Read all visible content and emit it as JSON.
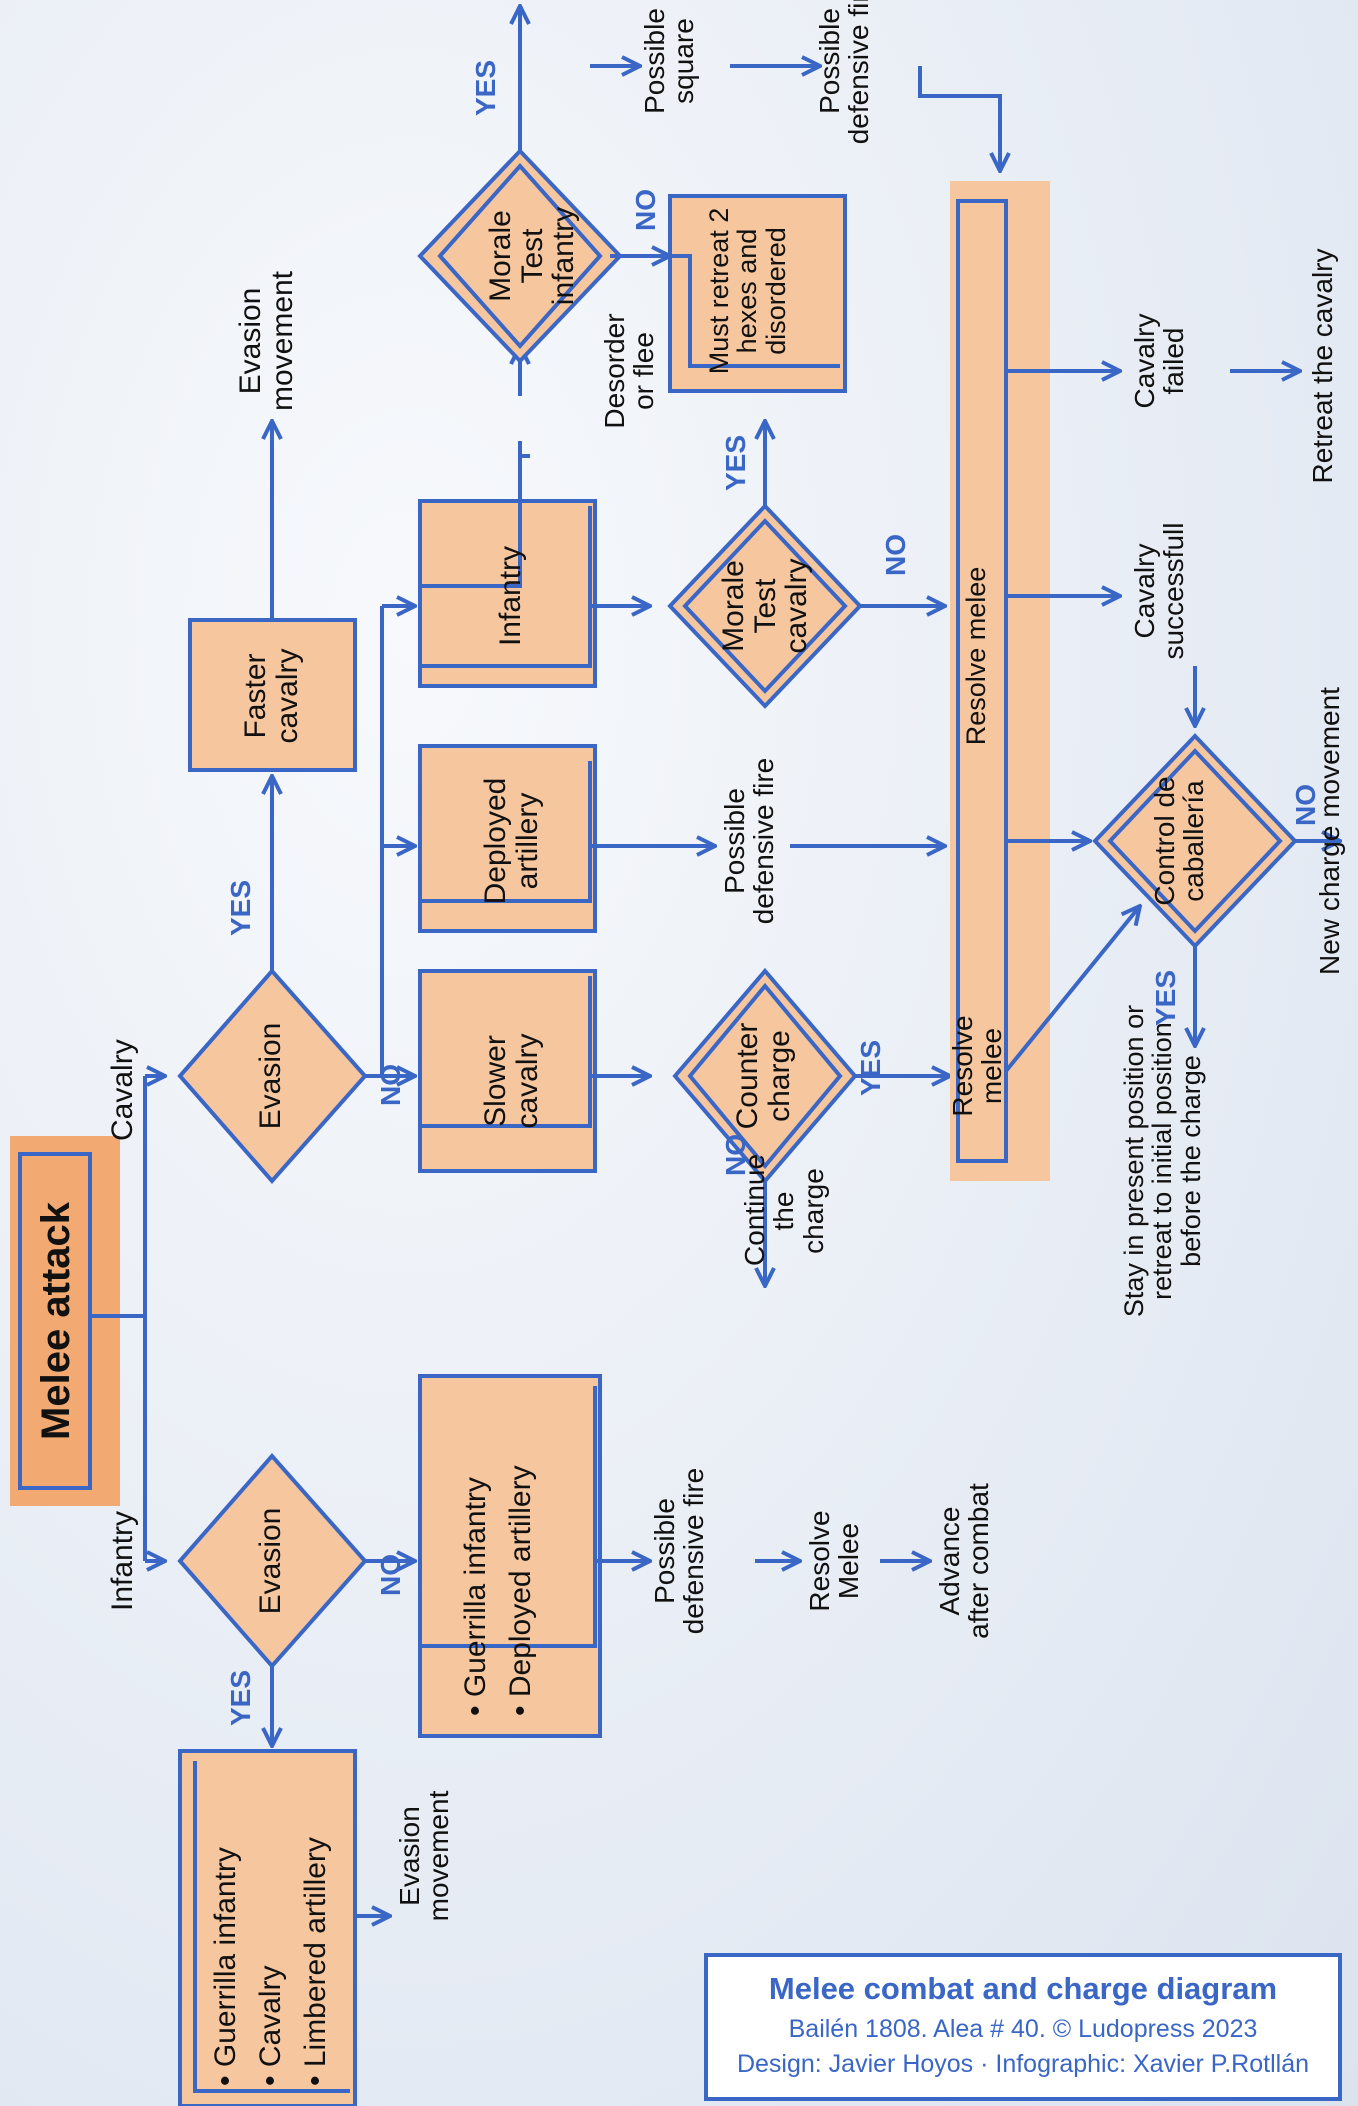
{
  "title": "Melee attack",
  "branches": {
    "cavalry": "Cavalry",
    "infantry": "Infantry"
  },
  "evasion": "Evasion",
  "yes": "YES",
  "no": "NO",
  "faster_cavalry": "Faster cavalry",
  "evasion_movement": "Evasion movement",
  "infantry": "Infantry",
  "deployed_artillery": "Deployed artillery",
  "slower_cavalry": "Slower cavalry",
  "morale_test_infantry": "Morale Test infantry",
  "morale_test_cavalry": "Morale Test cavalry",
  "counter_charge": "Counter charge",
  "possible_square": "Possible square",
  "possible_defensive_fire": "Possible defensive fire",
  "desorder_or_flee": "Desorder or flee",
  "must_retreat": "Must retreat 2 hexes and disordered",
  "resolve_melee": "Resolve melee",
  "resolve_melee_cap": "Resolve Melee",
  "continue_charge": "Continue the charge",
  "cavalry_failed": "Cavalry failed",
  "cavalry_successful": "Cavalry successfull",
  "retreat_cavalry": "Retreat the cavalry",
  "control_caballeria": "Control de caballería",
  "new_charge": "New charge movement",
  "stay_present": "Stay in present position or retreat to initial position before the charge",
  "guerrilla_infantry": "Guerrilla infantry",
  "deployed_artillery_item": "Deployed artillery",
  "cavalry_item": "Cavalry",
  "limbered_artillery": "Limbered artillery",
  "advance_after_combat": "Advance after combat",
  "credits": {
    "title": "Melee combat and charge diagram",
    "line1": "Bailén 1808.  Alea # 40. © Ludopress 2023",
    "line2": "Design: Javier Hoyos · Infographic: Xavier P.Rotllán"
  },
  "colors": {
    "accent": "#3a66c6",
    "box_fill": "#f6c69e",
    "title_fill": "#f2aa72",
    "background": "#eef2f8"
  }
}
